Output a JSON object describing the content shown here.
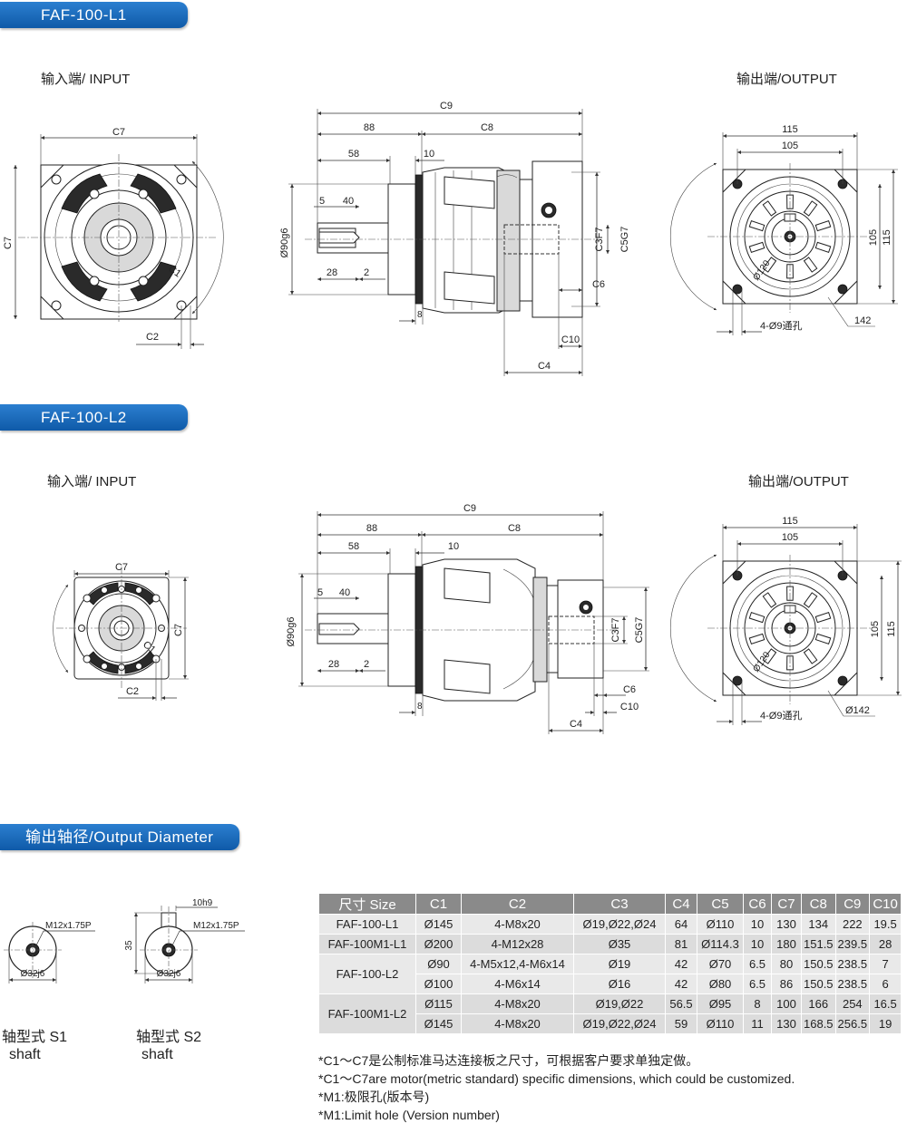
{
  "sections": {
    "l1": {
      "title": "FAF-100-L1",
      "input_label": "输入端/ INPUT",
      "output_label": "输出端/OUTPUT"
    },
    "l2": {
      "title": "FAF-100-L2",
      "input_label": "输入端/ INPUT",
      "output_label": "输出端/OUTPUT"
    },
    "shaft": {
      "title": "输出轴径/Output Diameter"
    }
  },
  "dims": {
    "c1": "C1",
    "c2": "C2",
    "c3": "C3F7",
    "c4": "C4",
    "c5": "C5G7",
    "c6": "C6",
    "c7": "C7",
    "c8": "C8",
    "c9": "C9",
    "c10": "C10",
    "d88": "88",
    "d58": "58",
    "d10": "10",
    "d5": "5",
    "d40": "40",
    "d28": "28",
    "d2": "2",
    "d8": "8",
    "d90": "Ø90g6",
    "d115": "115",
    "d105": "105",
    "d142": "142",
    "d142b": "Ø142",
    "d120": "Ø120",
    "holes": "4-Ø9通孔"
  },
  "shafts": {
    "s1": {
      "thread": "M12x1.75P",
      "dia": "Ø32j6",
      "label_cn": "轴型式 S1",
      "label_en": "shaft"
    },
    "s2": {
      "thread": "M12x1.75P",
      "dia": "Ø32j6",
      "key": "10h9",
      "len": "35",
      "label_cn": "轴型式 S2",
      "label_en": "shaft"
    }
  },
  "table": {
    "headers": [
      "尺寸 Size",
      "C1",
      "C2",
      "C3",
      "C4",
      "C5",
      "C6",
      "C7",
      "C8",
      "C9",
      "C10"
    ],
    "rows": [
      {
        "size": "FAF-100-L1",
        "cells": [
          "Ø145",
          "4-M8x20",
          "Ø19,Ø22,Ø24",
          "64",
          "Ø110",
          "10",
          "130",
          "134",
          "222",
          "19.5"
        ]
      },
      {
        "size": "FAF-100M1-L1",
        "cells": [
          "Ø200",
          "4-M12x28",
          "Ø35",
          "81",
          "Ø114.3",
          "10",
          "180",
          "151.5",
          "239.5",
          "28"
        ]
      },
      {
        "size": "FAF-100-L2",
        "cells": [
          "Ø90",
          "4-M5x12,4-M6x14",
          "Ø19",
          "42",
          "Ø70",
          "6.5",
          "80",
          "150.5",
          "238.5",
          "7"
        ]
      },
      {
        "size": "",
        "cells": [
          "Ø100",
          "4-M6x14",
          "Ø16",
          "42",
          "Ø80",
          "6.5",
          "86",
          "150.5",
          "238.5",
          "6"
        ]
      },
      {
        "size": "FAF-100M1-L2",
        "cells": [
          "Ø115",
          "4-M8x20",
          "Ø19,Ø22",
          "56.5",
          "Ø95",
          "8",
          "100",
          "166",
          "254",
          "16.5"
        ]
      },
      {
        "size": "",
        "cells": [
          "Ø145",
          "4-M8x20",
          "Ø19,Ø22,Ø24",
          "59",
          "Ø110",
          "11",
          "130",
          "168.5",
          "256.5",
          "19"
        ]
      }
    ]
  },
  "notes": [
    "*C1～C7是公制标准马达连接板之尺寸，可根据客户要求单独定做。",
    "*C1～C7are motor(metric standard) specific dimensions, which could be customized.",
    "*M1:极限孔(版本号)",
    "*M1:Limit hole (Version number)"
  ]
}
